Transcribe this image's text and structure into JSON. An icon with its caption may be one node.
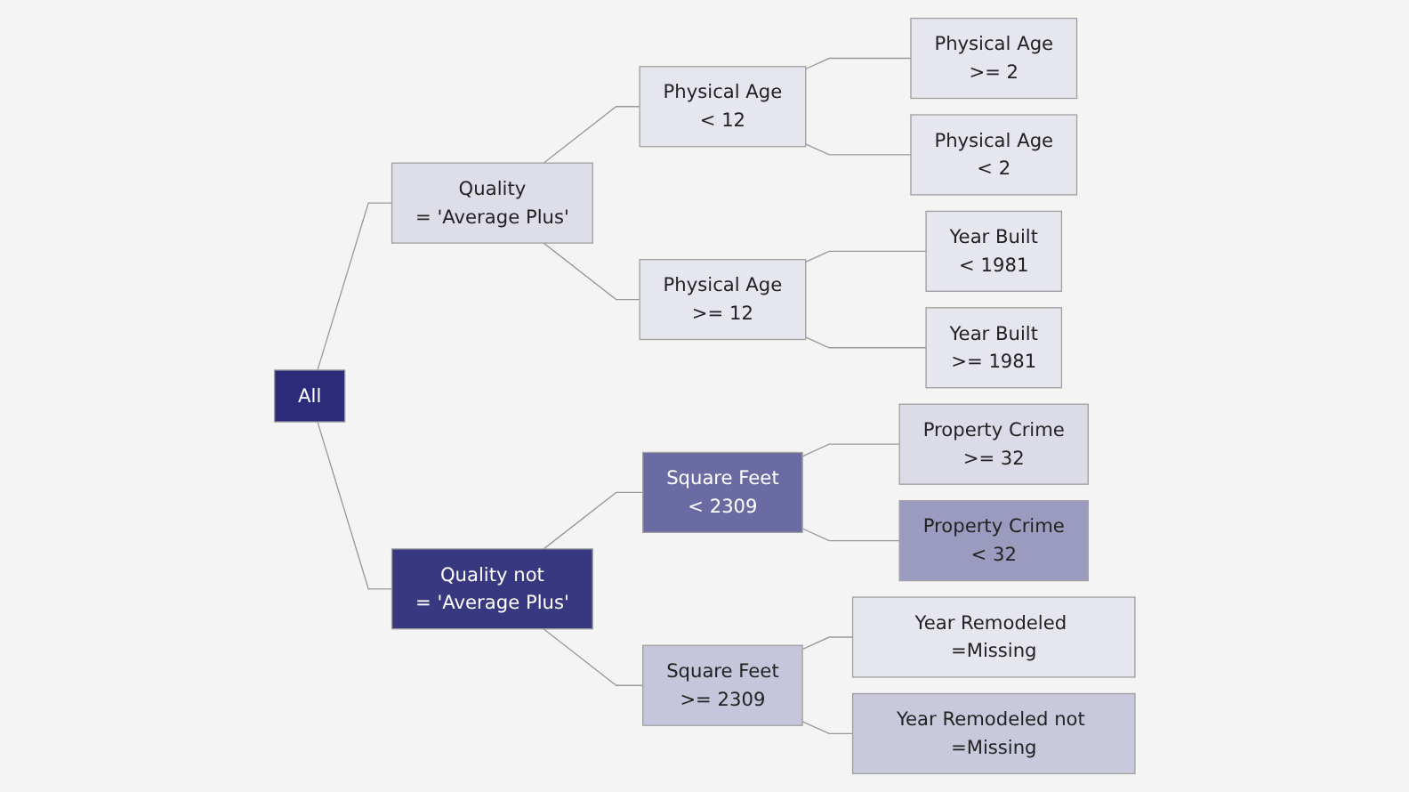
{
  "diagram": {
    "nodes": [
      {
        "text": [
          "All"
        ]
      },
      {
        "text": [
          "Quality",
          "= 'Average Plus'"
        ]
      },
      {
        "text": [
          "Physical Age",
          "< 12"
        ]
      },
      {
        "text": [
          "Physical Age",
          ">= 2"
        ]
      },
      {
        "text": [
          "Physical Age",
          "< 2"
        ]
      },
      {
        "text": [
          "Physical Age",
          ">= 12"
        ]
      },
      {
        "text": [
          "Year Built",
          "< 1981"
        ]
      },
      {
        "text": [
          "Year Built",
          ">= 1981"
        ]
      },
      {
        "text": [
          "Quality not",
          "= 'Average Plus'"
        ]
      },
      {
        "text": [
          "Square Feet",
          "< 2309"
        ]
      },
      {
        "text": [
          "Property Crime",
          ">= 32"
        ]
      },
      {
        "text": [
          "Property Crime",
          "< 32"
        ]
      },
      {
        "text": [
          "Square Feet",
          ">= 2309"
        ]
      },
      {
        "text": [
          "Year Remodeled =Missing"
        ]
      },
      {
        "text": [
          "Year Remodeled not =Missing"
        ]
      }
    ],
    "edges": [
      {
        "from": 0,
        "to": 1,
        "arrow": "none"
      },
      {
        "from": 1,
        "to": 2,
        "arrow": "none"
      },
      {
        "from": 2,
        "to": 3,
        "arrow": "none"
      },
      {
        "from": 2,
        "to": 4,
        "arrow": "none"
      },
      {
        "from": 1,
        "to": 5,
        "arrow": "none"
      },
      {
        "from": 5,
        "to": 6,
        "arrow": "none"
      },
      {
        "from": 5,
        "to": 7,
        "arrow": "none"
      },
      {
        "from": 0,
        "to": 8,
        "arrow": "none"
      },
      {
        "from": 8,
        "to": 9,
        "arrow": "none"
      },
      {
        "from": 9,
        "to": 10,
        "arrow": "none"
      },
      {
        "from": 9,
        "to": 11,
        "arrow": "none"
      },
      {
        "from": 8,
        "to": 12,
        "arrow": "none"
      },
      {
        "from": 12,
        "to": 13,
        "arrow": "none"
      },
      {
        "from": 12,
        "to": 14,
        "arrow": "none"
      }
    ]
  }
}
